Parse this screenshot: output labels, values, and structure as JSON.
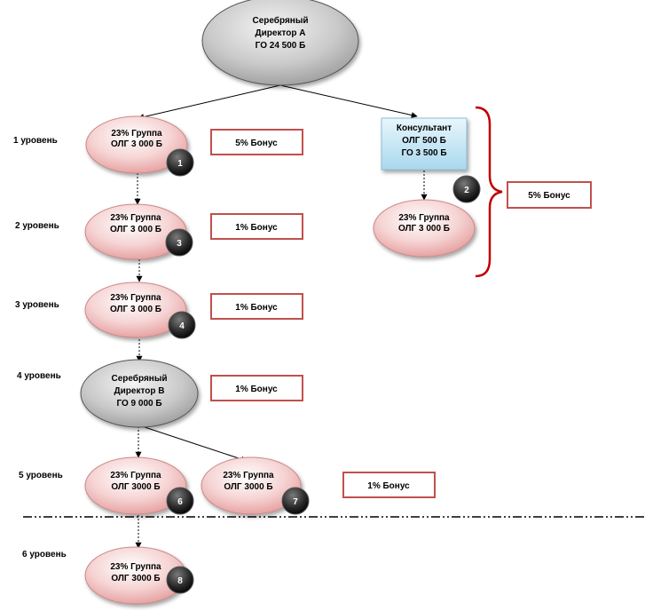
{
  "colors": {
    "silver_node": "#c8c8c8",
    "group_node": "#f2b8b8",
    "consultant_box": "#bfe3f2",
    "bonus_border": "#c0504d",
    "brace": "#c00000",
    "badge": "#2a2a2a"
  },
  "top_node": {
    "lines": [
      "Серебряный",
      "Директор А",
      "ГО 24 500 Б"
    ]
  },
  "consultant": {
    "lines": [
      "Консультант",
      "ОЛГ 500 Б",
      "ГО 3 500 Б"
    ]
  },
  "director_b": {
    "lines": [
      "Серебряный",
      "Директор В",
      "ГО 9 000 Б"
    ]
  },
  "levels": [
    "1 уровень",
    "2 уровень",
    "3 уровень",
    "4 уровень",
    "5 уровень",
    "6 уровень"
  ],
  "groups": [
    {
      "lines": [
        "23% Группа",
        "ОЛГ 3 000 Б"
      ],
      "badge": "1"
    },
    {
      "lines": [
        "23% Группа",
        "ОЛГ 3 000 Б"
      ],
      "badge": "3"
    },
    {
      "lines": [
        "23% Группа",
        "ОЛГ 3 000 Б"
      ],
      "badge": "4"
    },
    {
      "lines": [
        "23% Группа",
        "ОЛГ 3000 Б"
      ],
      "badge": "6"
    },
    {
      "lines": [
        "23% Группа",
        "ОЛГ 3000 Б"
      ],
      "badge": "7"
    },
    {
      "lines": [
        "23% Группа",
        "ОЛГ 3000 Б"
      ],
      "badge": "8"
    },
    {
      "lines": [
        "23% Группа",
        "ОЛГ 3 000 Б"
      ],
      "badge": "2"
    }
  ],
  "bonuses": [
    "5% Бонус",
    "1% Бонус",
    "1% Бонус",
    "1% Бонус",
    "1% Бонус",
    "5% Бонус"
  ]
}
